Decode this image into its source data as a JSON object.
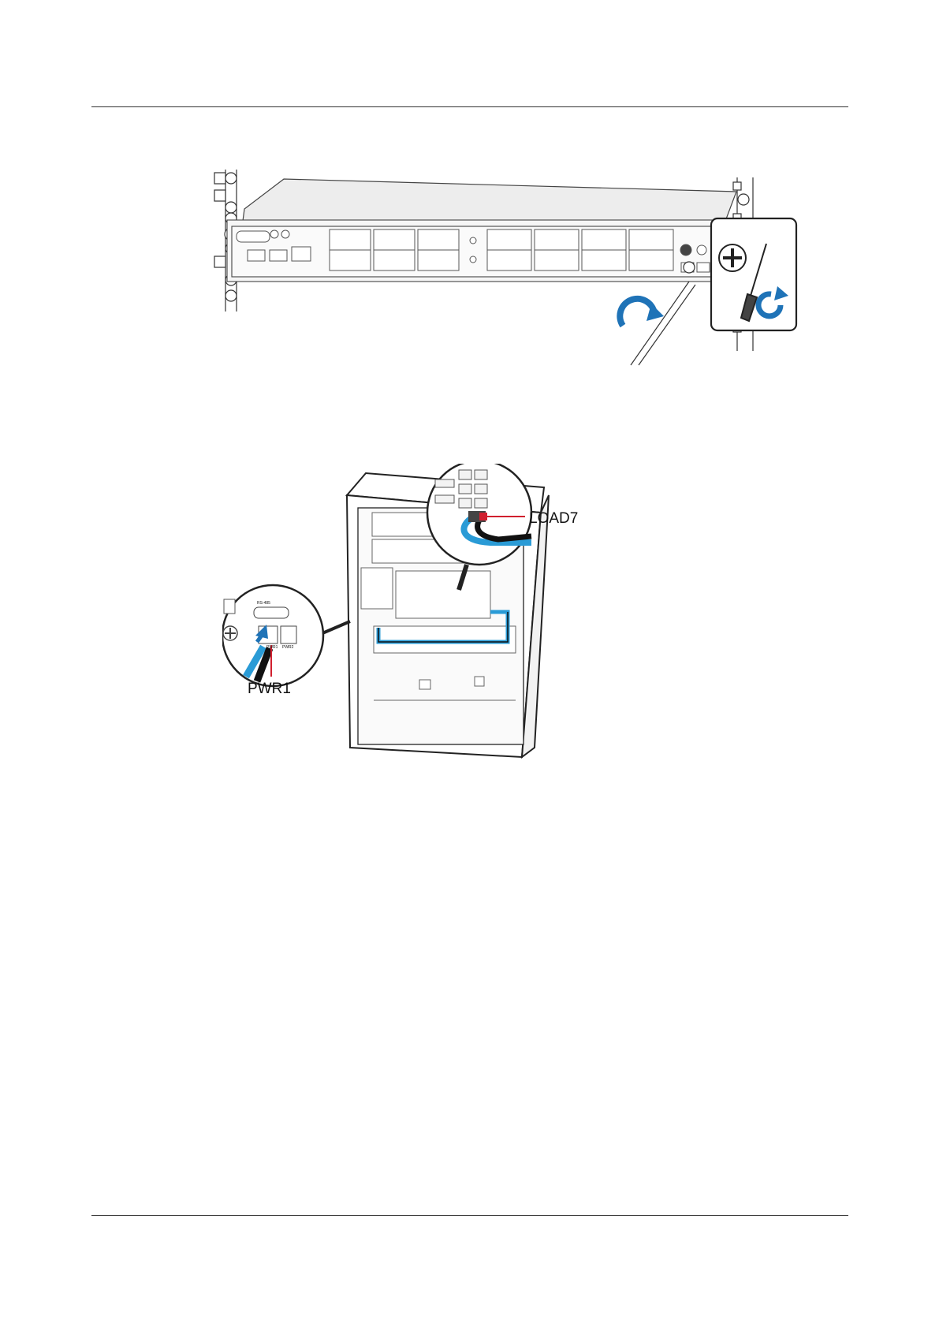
{
  "figure2": {
    "callout_load": "LOAD7",
    "callout_pwr": "PWR1",
    "panel_label_rs485": "RS-485",
    "panel_label_pwr1": "PWR1",
    "panel_label_pwr2": "PWR2"
  },
  "colors": {
    "cable_blue": "#2a9bd6",
    "arrow_blue": "#1f73b7",
    "marker_red": "#d11f2e"
  },
  "icons": [
    "phillips-screwdriver-icon",
    "clockwise-rotation-icon"
  ]
}
